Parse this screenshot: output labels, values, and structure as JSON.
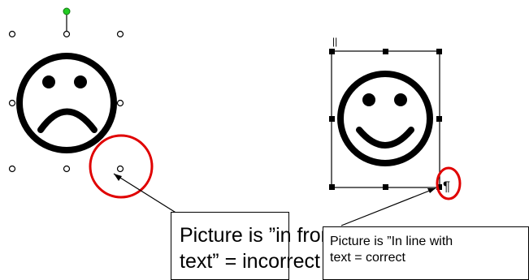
{
  "left_example": {
    "icon": "sad-face-icon",
    "layout_mode": "in front of text",
    "callout_line_1": "Picture is ”in front of",
    "callout_line_2": "text” = incorrect"
  },
  "right_example": {
    "icon": "smiley-face-icon",
    "layout_mode": "in line with text",
    "anchor_marker": "||",
    "paragraph_mark": "¶",
    "callout_line_1": "Picture is ”In line with",
    "callout_line_2": "text = correct"
  },
  "colors": {
    "highlight_circle": "#e00000",
    "rotation_handle": "#22cc22",
    "outline": "#000000"
  }
}
